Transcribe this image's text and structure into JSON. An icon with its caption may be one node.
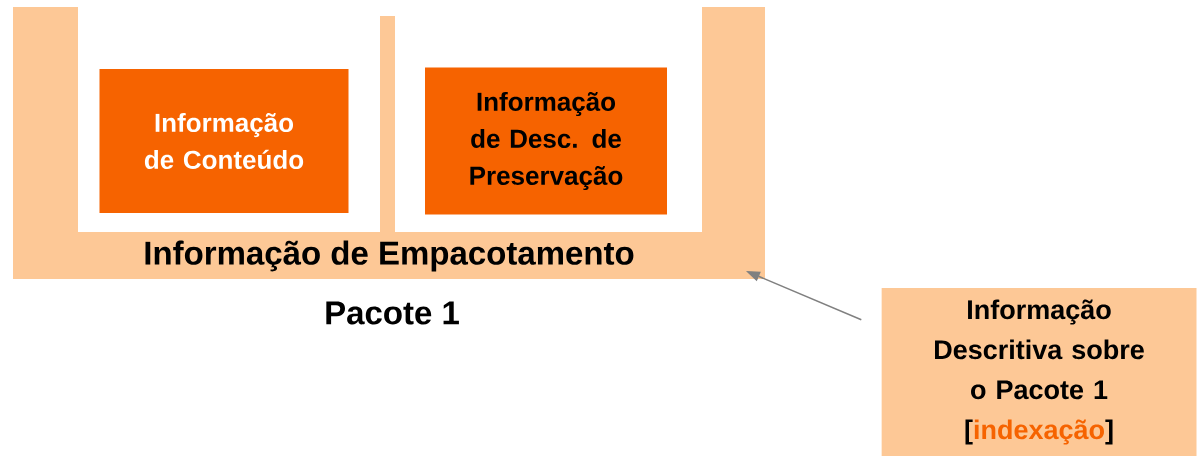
{
  "diagram": {
    "nodes": [
      {
        "text": [
          "Informação de Empacotamento"
        ],
        "beside": [
          "Pacote 1"
        ]
      },
      {
        "text": [
          "Informação de Conteúdo"
        ],
        "in": 0
      },
      {
        "text": [
          "Informação de Desc. de Preservação"
        ],
        "in": 0
      },
      {
        "text": [
          "Informação Descritiva sobre o Pacote 1",
          "[",
          "indexação",
          "]"
        ]
      }
    ],
    "edges": [
      {
        "from": 3,
        "to": 0,
        "arrow": "to",
        "color": "#808080"
      }
    ]
  }
}
